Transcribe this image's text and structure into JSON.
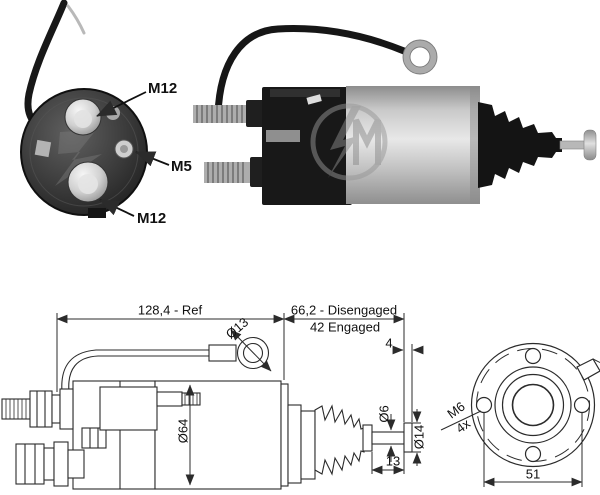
{
  "photo_labels": {
    "terminal_top": "M12",
    "terminal_side": "M5",
    "terminal_bottom": "M12"
  },
  "dimensions": {
    "overall_ref": "128,4 - Ref",
    "disengaged": "66,2 - Disengaged",
    "engaged": "42 Engaged",
    "disc_thickness": "4",
    "ring_diameter": "Ø13",
    "body_diameter": "Ø64",
    "rod_diameter": "Ø6",
    "disc_diameter": "Ø14",
    "rod_length": "13",
    "mount_thread": "M6",
    "mount_count": "4x",
    "hole_spacing": "51"
  },
  "colors": {
    "background": "#ffffff",
    "line_art": "#2b2b2b",
    "photo_black": "#181818",
    "photo_silver": "#c9c9c9"
  }
}
